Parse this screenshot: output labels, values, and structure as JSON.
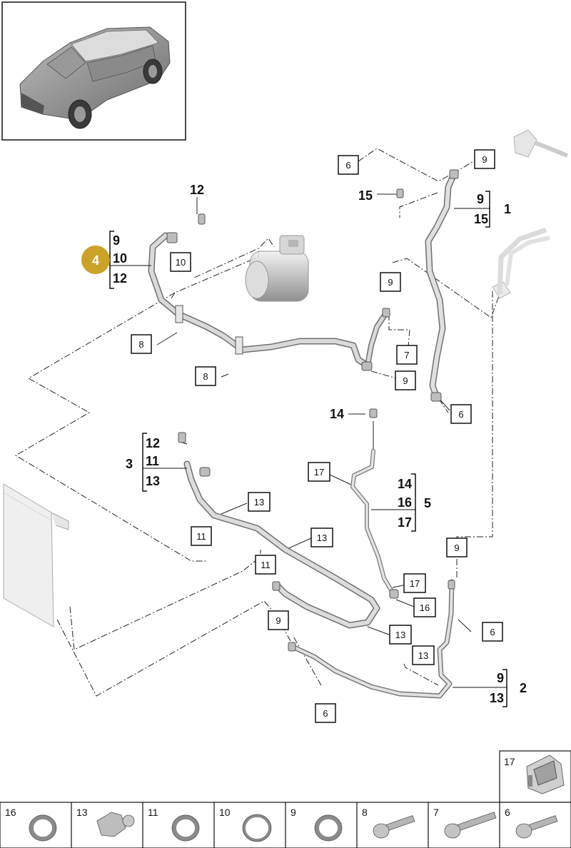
{
  "callouts": {
    "c6a": "6",
    "c9a": "9",
    "c15": "15",
    "g1_9": "9",
    "g1_15": "15",
    "g1_main": "1",
    "c12a": "12",
    "c10a": "10",
    "g4_9": "9",
    "g4_10": "10",
    "g4_12": "12",
    "g4_main": "4",
    "c9b": "9",
    "c8a": "8",
    "c7": "7",
    "c8b": "8",
    "c9c": "9",
    "c6b": "6",
    "c14": "14",
    "c17a": "17",
    "g5_14": "14",
    "g5_16": "16",
    "g5_17": "17",
    "g5_main": "5",
    "g3_12": "12",
    "g3_11": "11",
    "g3_13": "13",
    "g3_main": "3",
    "c13a": "13",
    "c11a": "11",
    "c13b": "13",
    "c11b": "11",
    "c17b": "17",
    "c16": "16",
    "c9d": "9",
    "c6c": "6",
    "c9e": "9",
    "c13c": "13",
    "c13d": "13",
    "g2_9": "9",
    "g2_13": "13",
    "g2_main": "2",
    "c6d": "6"
  },
  "parts_strip": [
    "16",
    "13",
    "11",
    "10",
    "9",
    "8",
    "7",
    "6"
  ],
  "part_17_label": "17",
  "colors": {
    "hose": "#c9c9c9",
    "hose_edge": "#7a7a7a",
    "highlight": "#c9a227",
    "line": "#222222"
  }
}
